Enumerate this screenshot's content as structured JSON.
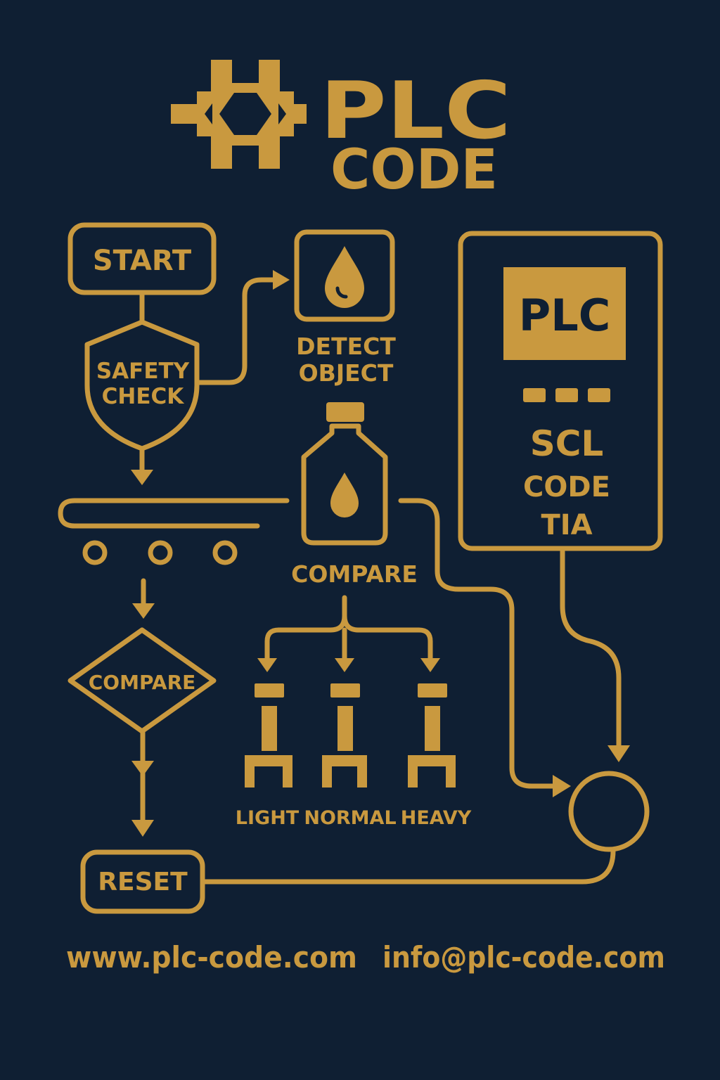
{
  "brand": {
    "title": "PLC",
    "subtitle": "CODE"
  },
  "flow": {
    "start": "START",
    "safety_check_line1": "SAFETY",
    "safety_check_line2": "CHECK",
    "detect_line1": "DETECT",
    "detect_line2": "OBJECT",
    "compare_center": "COMPARE",
    "compare_decision": "COMPARE",
    "reset": "RESET"
  },
  "grippers": {
    "light": "LIGHT",
    "normal": "NORMAL",
    "heavy": "HEAVY"
  },
  "panel": {
    "badge": "PLC",
    "line1": "SCL",
    "line2": "CODE",
    "line3": "TIA"
  },
  "footer": {
    "website": "www.plc-code.com",
    "email": "info@plc-code.com"
  },
  "colors": {
    "background": "#0f1f33",
    "accent": "#c9993f"
  }
}
